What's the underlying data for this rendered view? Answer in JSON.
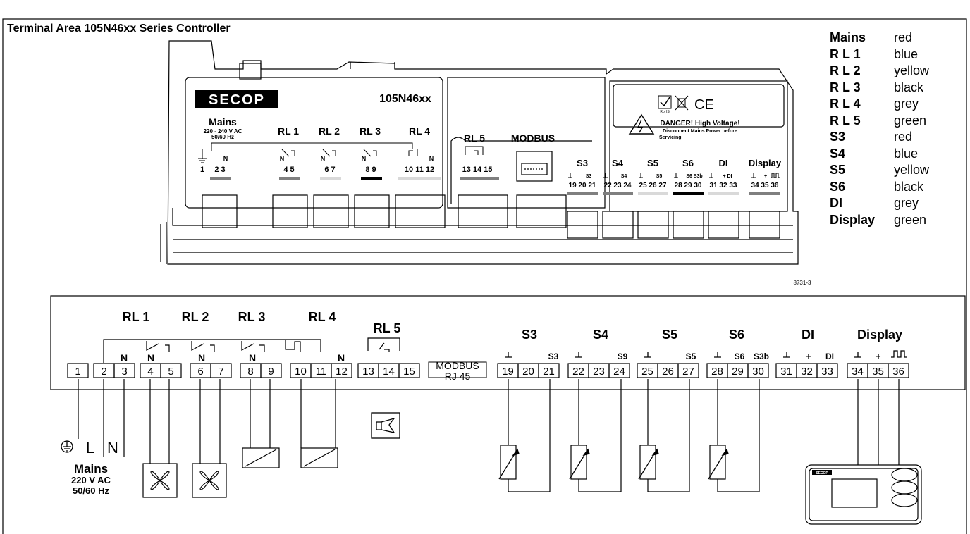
{
  "title": "Terminal Area 105N46xx Series Controller",
  "top": {
    "brand": "SECOP",
    "model": "105N46xx",
    "mains_label": "Mains",
    "mains_voltage": "220 - 240 V AC",
    "mains_freq": "50/60 Hz",
    "relay_labels": [
      "RL 1",
      "RL 2",
      "RL 3",
      "RL 4"
    ],
    "rl5_label": "RL 5",
    "modbus_label": "MODBUS",
    "sensor_labels": [
      "S3",
      "S4",
      "S5",
      "S6",
      "DI",
      "Display"
    ],
    "sensor_sublabels": [
      "S3",
      "S4",
      "S5",
      "S6 S3b",
      "+ DI",
      "+"
    ],
    "numbers_left": [
      "1",
      "2 3",
      "4 5",
      "6 7",
      "8 9",
      "10 11 12"
    ],
    "n_marks": [
      "N",
      "N",
      "N",
      "N",
      "N"
    ],
    "rl5_numbers": "13 14 15",
    "sensor_numbers": [
      "19 20 21",
      "22 23 24",
      "25 26 27",
      "28 29 30",
      "31 32 33",
      "34 35 36"
    ],
    "rohs": "RoHS",
    "ce": "CE",
    "danger_title": "DANGER! High Voltage!",
    "danger_line1": "Disconnect Mains Power before",
    "danger_line2": "Servicing",
    "code": "8731-3"
  },
  "legend": [
    {
      "label": "Mains",
      "color": "red"
    },
    {
      "label": "R L 1",
      "color": "blue"
    },
    {
      "label": "R L 2",
      "color": "yellow"
    },
    {
      "label": "R L 3",
      "color": "black"
    },
    {
      "label": "R L 4",
      "color": "grey"
    },
    {
      "label": "R L 5",
      "color": "green"
    },
    {
      "label": "S3",
      "color": "red"
    },
    {
      "label": "S4",
      "color": "blue"
    },
    {
      "label": "S5",
      "color": "yellow"
    },
    {
      "label": "S6",
      "color": "black"
    },
    {
      "label": "DI",
      "color": "grey"
    },
    {
      "label": "Display",
      "color": "green"
    }
  ],
  "wiring": {
    "relay_labels": [
      "RL 1",
      "RL 2",
      "RL 3",
      "RL 4",
      "RL 5"
    ],
    "n_marks": [
      "N",
      "N",
      "N",
      "N"
    ],
    "terminals": [
      "1",
      "2",
      "3",
      "4",
      "5",
      "6",
      "7",
      "8",
      "9",
      "10",
      "11",
      "12",
      "13",
      "14",
      "15",
      "19",
      "20",
      "21",
      "22",
      "23",
      "24",
      "25",
      "26",
      "27",
      "28",
      "29",
      "30",
      "31",
      "32",
      "33",
      "34",
      "35",
      "36"
    ],
    "modbus_line1": "MODBUS",
    "modbus_line2": "RJ 45",
    "sensor_labels": [
      "S3",
      "S4",
      "S5",
      "S6",
      "DI",
      "Display"
    ],
    "sensor_sublabels": [
      "S3",
      "S9",
      "S5",
      "S6",
      "S3b",
      "+",
      "DI",
      "+"
    ],
    "l_label": "L",
    "n_label": "N",
    "mains_label": "Mains",
    "mains_voltage": "220 V AC",
    "mains_freq": "50/60 Hz",
    "display_brand": "SECOP"
  }
}
